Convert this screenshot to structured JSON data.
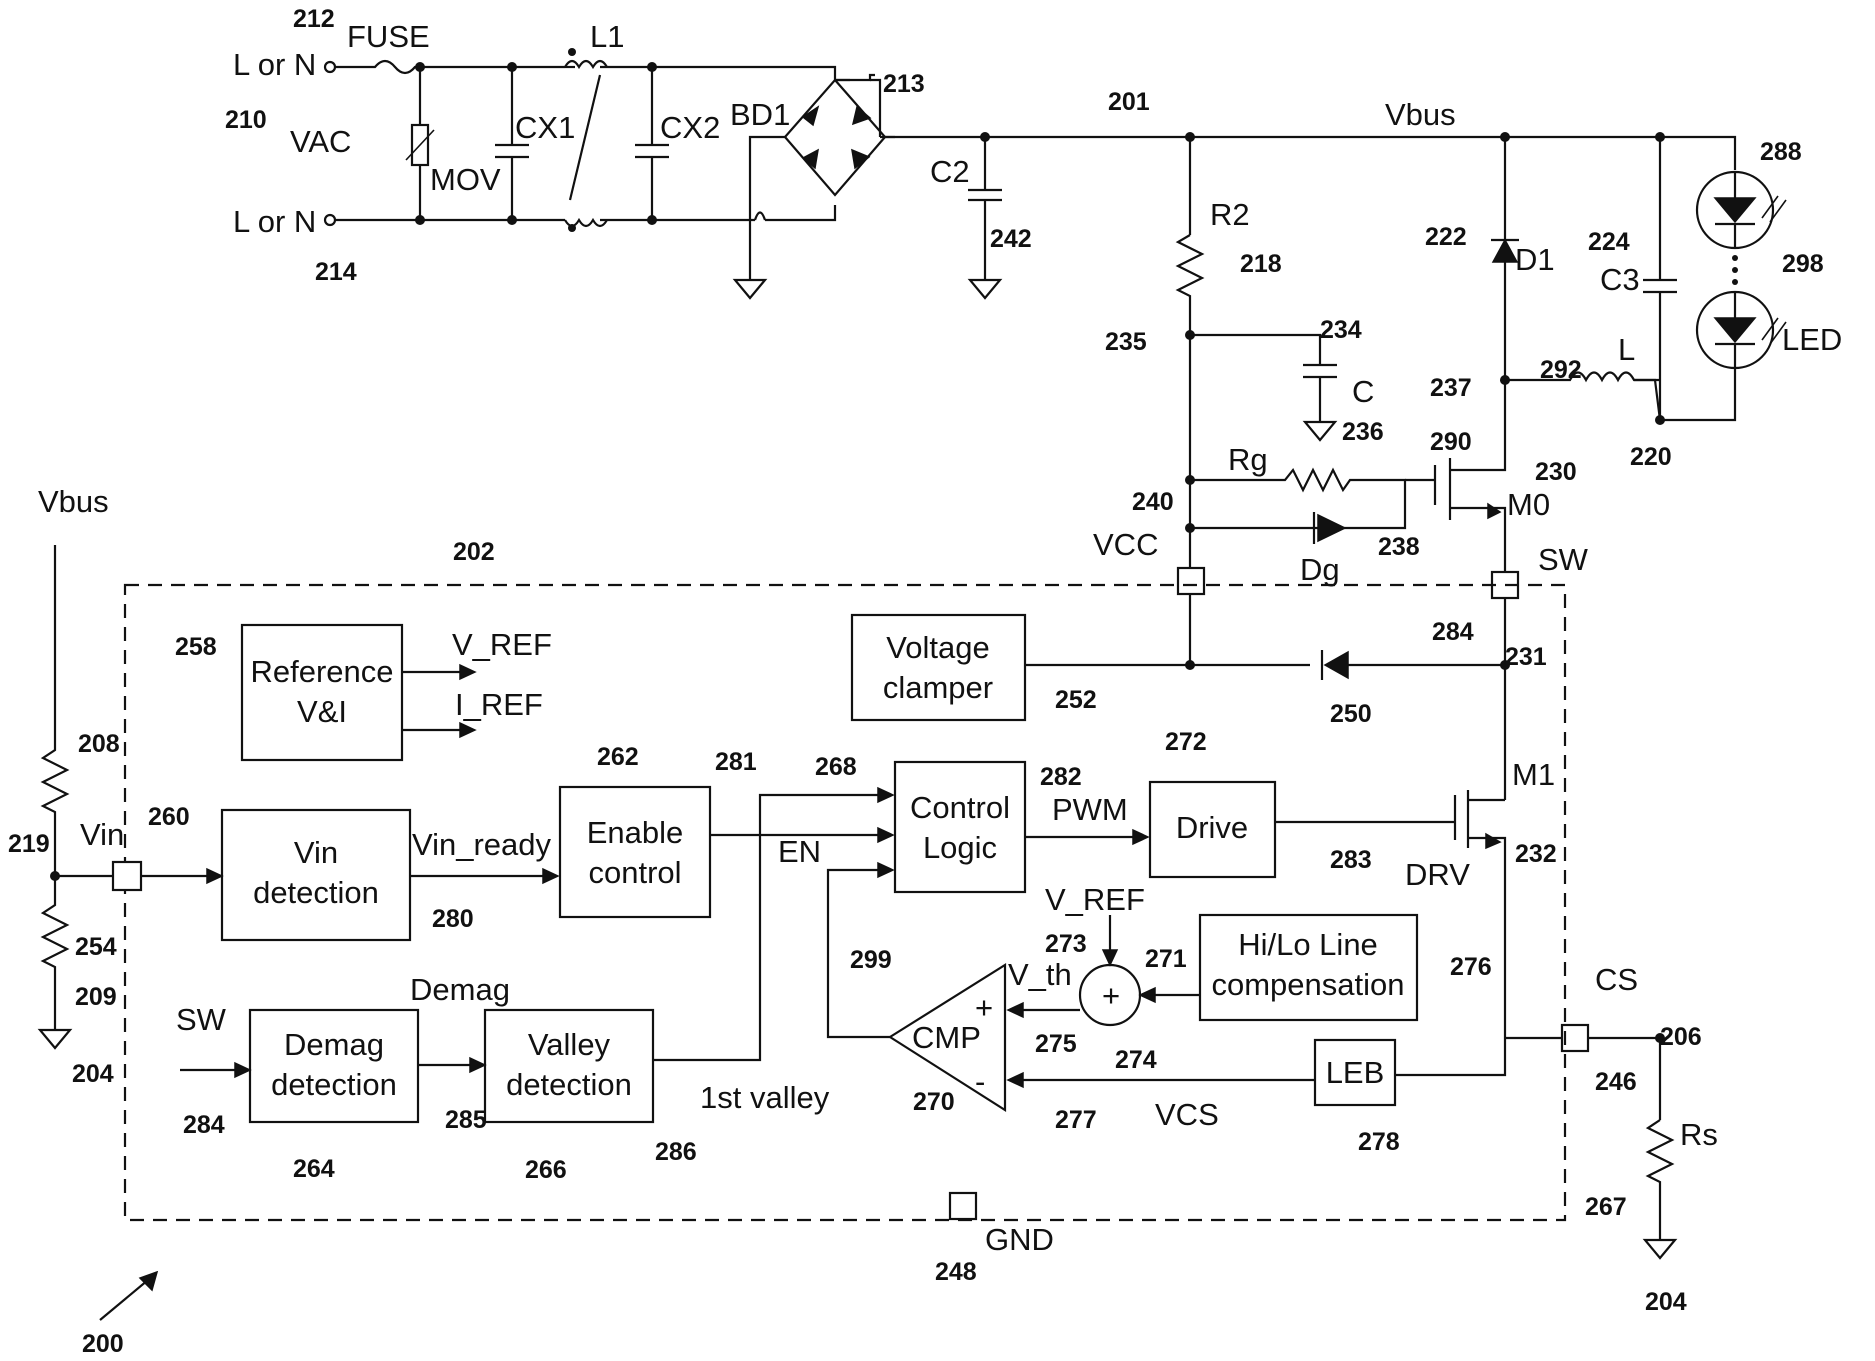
{
  "figure_number": "200",
  "terminals": {
    "line_top": "L or N",
    "line_bottom": "L or N",
    "vac": "VAC"
  },
  "components": {
    "fuse": "FUSE",
    "mov": "MOV",
    "cx1": "CX1",
    "l1": "L1",
    "cx2": "CX2",
    "bd1": "BD1",
    "c2": "C2",
    "r2": "R2",
    "c": "C",
    "rg": "Rg",
    "dg": "Dg",
    "d1": "D1",
    "c3": "C3",
    "inductor": "L",
    "m0": "M0",
    "m1": "M1",
    "led": "LED",
    "rs": "Rs",
    "cmp": "CMP"
  },
  "nets": {
    "vbus_top": "Vbus",
    "vbus_left": "Vbus",
    "vcc": "VCC",
    "sw_pin": "SW",
    "sw_in": "SW",
    "cs_pin": "CS",
    "gnd_pin": "GND",
    "vin_pin": "Vin",
    "v_ref_out": "V_REF",
    "i_ref_out": "I_REF",
    "vin_ready": "Vin_ready",
    "pwm": "PWM",
    "en": "EN",
    "drv": "DRV",
    "demag": "Demag",
    "first_valley": "1st valley",
    "v_ref_sum": "V_REF",
    "v_th": "V_th",
    "vcs": "VCS",
    "plus": "+",
    "minus": "-",
    "sum": "+"
  },
  "blocks": {
    "reference": [
      "Reference",
      "V&I"
    ],
    "vin_detection": [
      "Vin",
      "detection"
    ],
    "enable_control": [
      "Enable",
      "control"
    ],
    "control_logic": [
      "Control",
      "Logic"
    ],
    "drive": [
      "Drive"
    ],
    "voltage_clamper": [
      "Voltage",
      "clamper"
    ],
    "hilo_comp": [
      "Hi/Lo Line",
      "compensation"
    ],
    "leb": [
      "LEB"
    ],
    "demag_detection": [
      "Demag",
      "detection"
    ],
    "valley_detection": [
      "Valley",
      "detection"
    ]
  },
  "refs": {
    "r201": "201",
    "r202": "202",
    "r204a": "204",
    "r204b": "204",
    "r206": "206",
    "r208": "208",
    "r209": "209",
    "r210": "210",
    "r212": "212",
    "r213": "213",
    "r214": "214",
    "r218": "218",
    "r219": "219",
    "r220": "220",
    "r222": "222",
    "r224": "224",
    "r230": "230",
    "r231": "231",
    "r232": "232",
    "r234": "234",
    "r235": "235",
    "r236": "236",
    "r237": "237",
    "r238": "238",
    "r240": "240",
    "r242": "242",
    "r246": "246",
    "r248": "248",
    "r250": "250",
    "r252": "252",
    "r254": "254",
    "r258": "258",
    "r260": "260",
    "r262": "262",
    "r264": "264",
    "r266": "266",
    "r267": "267",
    "r268": "268",
    "r270": "270",
    "r271": "271",
    "r272": "272",
    "r273": "273",
    "r274": "274",
    "r275": "275",
    "r276": "276",
    "r277": "277",
    "r278": "278",
    "r280": "280",
    "r281": "281",
    "r282": "282",
    "r283": "283",
    "r284a": "284",
    "r284b": "284",
    "r285": "285",
    "r286": "286",
    "r288": "288",
    "r290": "290",
    "r292": "292",
    "r298": "298",
    "r299": "299"
  }
}
